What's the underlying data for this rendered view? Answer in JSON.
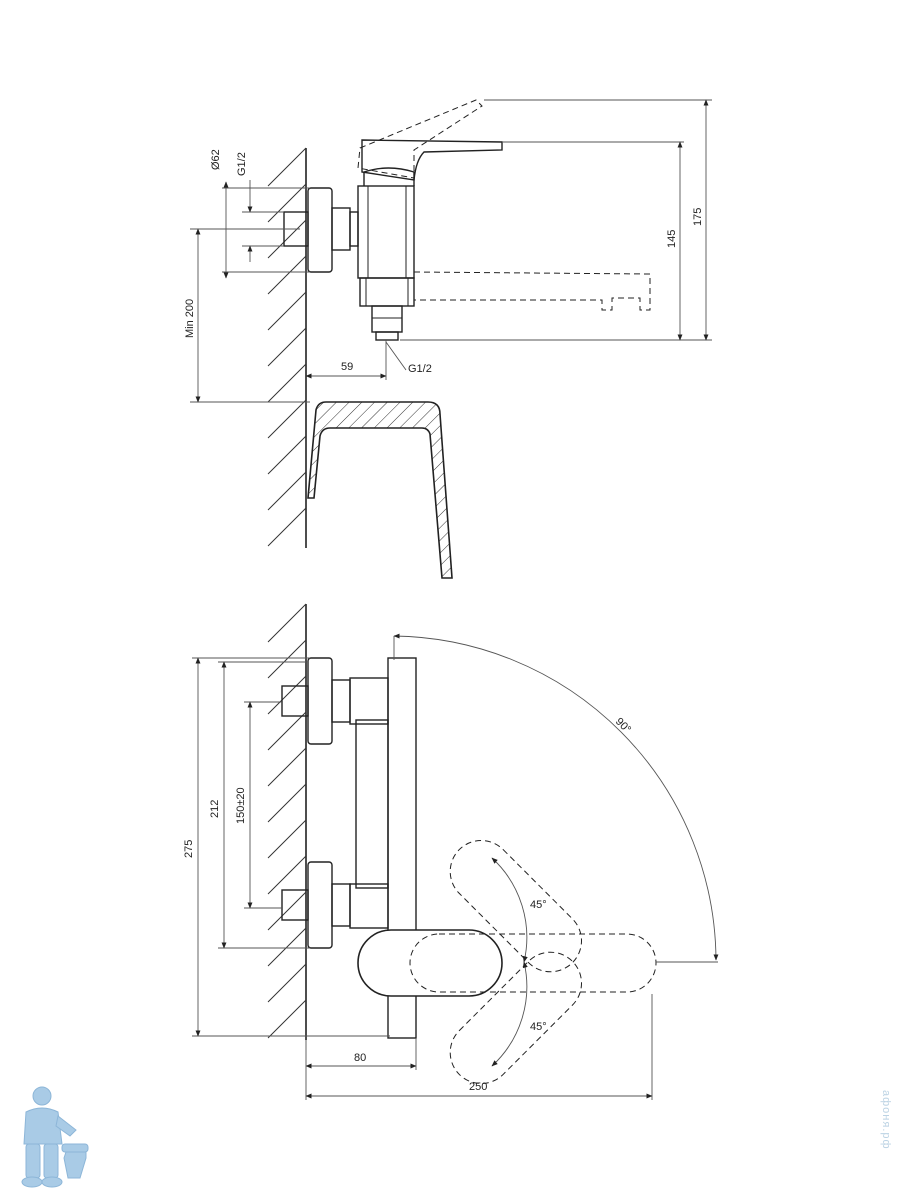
{
  "side_view": {
    "dim_d62": "Ø62",
    "dim_g12_top": "G1/2",
    "dim_min200": "Min 200",
    "dim_145": "145",
    "dim_175": "175",
    "dim_59": "59",
    "dim_g12_bottom": "G1/2"
  },
  "front_view": {
    "dim_275": "275",
    "dim_212": "212",
    "dim_150": "150±20",
    "dim_90deg": "90°",
    "dim_45_top": "45°",
    "dim_45_bottom": "45°",
    "dim_80": "80",
    "dim_250": "250"
  },
  "watermark": "афоня.рф",
  "colors": {
    "line": "#222222",
    "hatch": "#333333",
    "thin": "#555555",
    "mascot": "#a9cbe6",
    "watermark": "#bcd3e4"
  }
}
